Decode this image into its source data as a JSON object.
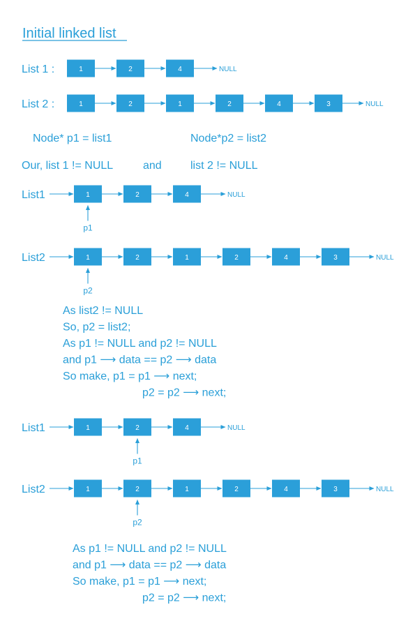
{
  "colors": {
    "ink": "#2a9fd8",
    "box": "#2b9fd9",
    "box_text": "#ffffff"
  },
  "title": "Initial linked list",
  "null_label": "NULL",
  "initial": [
    {
      "label": "List 1 :",
      "values": [
        "1",
        "2",
        "4"
      ]
    },
    {
      "label": "List 2 :",
      "values": [
        "1",
        "2",
        "1",
        "2",
        "4",
        "3"
      ]
    }
  ],
  "pointer_decls": [
    "Node* p1 = list1",
    "Node*p2 = list2"
  ],
  "condition": [
    "Our,  list 1 != NULL",
    "and",
    "list 2 != NULL"
  ],
  "steps": [
    {
      "list1": {
        "label": "List1",
        "values": [
          "1",
          "2",
          "4"
        ],
        "pointer": "p1",
        "pointer_index": 0
      },
      "list2": {
        "label": "List2",
        "values": [
          "1",
          "2",
          "1",
          "2",
          "4",
          "3"
        ],
        "pointer": "p2",
        "pointer_index": 0
      },
      "notes": [
        {
          "text": "As  list2 != NULL",
          "indent": false
        },
        {
          "text": "So,  p2 = list2;",
          "indent": false
        },
        {
          "text": "As  p1 != NULL  and  p2 != NULL",
          "indent": false
        },
        {
          "text": "and  p1 ⟶ data == p2 ⟶ data",
          "indent": false
        },
        {
          "text": "So make,     p1 = p1  ⟶ next;",
          "indent": false
        },
        {
          "text": "p2 = p2  ⟶ next;",
          "indent": true
        }
      ]
    },
    {
      "list1": {
        "label": "List1",
        "values": [
          "1",
          "2",
          "4"
        ],
        "pointer": "p1",
        "pointer_index": 1
      },
      "list2": {
        "label": "List2",
        "values": [
          "1",
          "2",
          "1",
          "2",
          "4",
          "3"
        ],
        "pointer": "p2",
        "pointer_index": 1
      },
      "notes": [
        {
          "text": "As  p1 != NULL  and  p2 != NULL",
          "indent": false
        },
        {
          "text": "and  p1 ⟶ data == p2 ⟶ data",
          "indent": false
        },
        {
          "text": "So make,     p1 = p1  ⟶ next;",
          "indent": false
        },
        {
          "text": "p2 = p2  ⟶ next;",
          "indent": true
        }
      ]
    }
  ]
}
